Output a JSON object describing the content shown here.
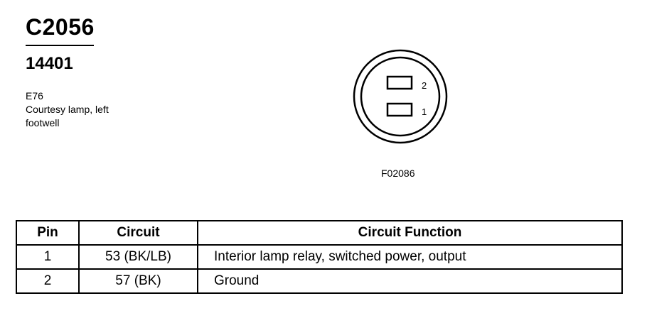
{
  "header": {
    "connector_id": "C2056",
    "part_number": "14401",
    "code": "E76",
    "description_lines": [
      "Courtesy lamp, left",
      "footwell"
    ]
  },
  "diagram": {
    "figure_code": "F02086",
    "pins": [
      {
        "label": "2"
      },
      {
        "label": "1"
      }
    ]
  },
  "table": {
    "headers": [
      "Pin",
      "Circuit",
      "Circuit Function"
    ],
    "rows": [
      [
        "1",
        "53 (BK/LB)",
        "Interior lamp relay, switched power, output"
      ],
      [
        "2",
        "57 (BK)",
        "Ground"
      ]
    ]
  }
}
